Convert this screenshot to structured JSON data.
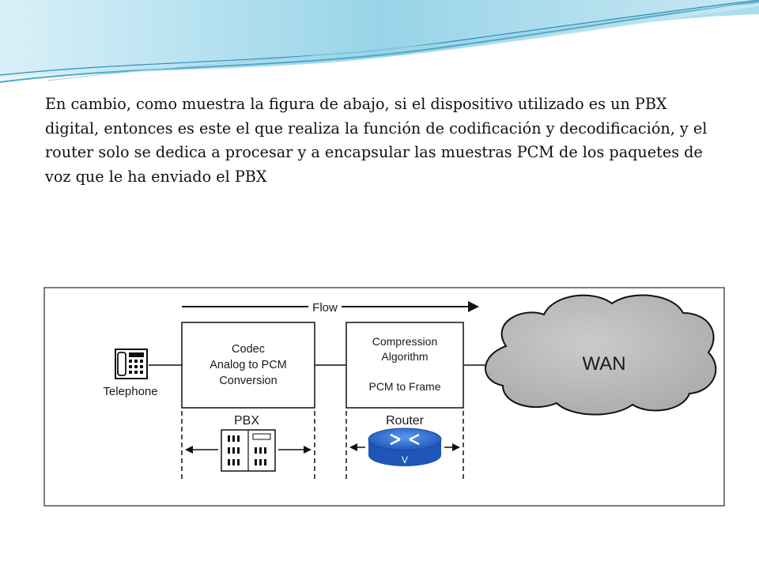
{
  "slide": {
    "paragraph": "En cambio, como muestra la figura de abajo, si el dispositivo utilizado es un PBX digital, entonces es este el que realiza la función de codificación y decodificación, y el router solo se dedica a procesar y a encapsular las muestras PCM de los paquetes de voz que le ha enviado el PBX"
  },
  "diagram": {
    "flow_label": "Flow",
    "telephone_label": "Telephone",
    "codec_box": [
      "Codec",
      "Analog to PCM",
      "Conversion"
    ],
    "compression_box": [
      "Compression",
      "Algorithm",
      "PCM to Frame"
    ],
    "pbx_label": "PBX",
    "router_label": "Router",
    "wan_label": "WAN",
    "router_badge": "V"
  },
  "colors": {
    "wan_cloud": "#b7b9bb",
    "router_blue": "#2f6fd2",
    "swoosh_teal": "#79c3dc"
  }
}
